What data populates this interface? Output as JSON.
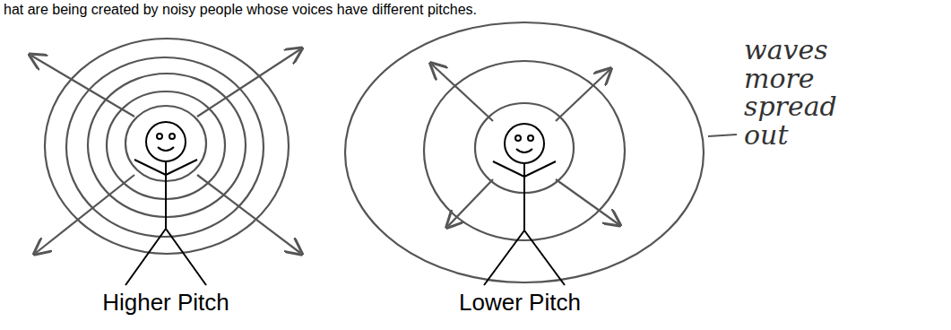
{
  "diagram": {
    "labels": [
      "hat are being created by noisy people whose voices have different pitches.",
      "Higher Pitch",
      "Lower Pitch",
      "waves more spread out"
    ]
  }
}
